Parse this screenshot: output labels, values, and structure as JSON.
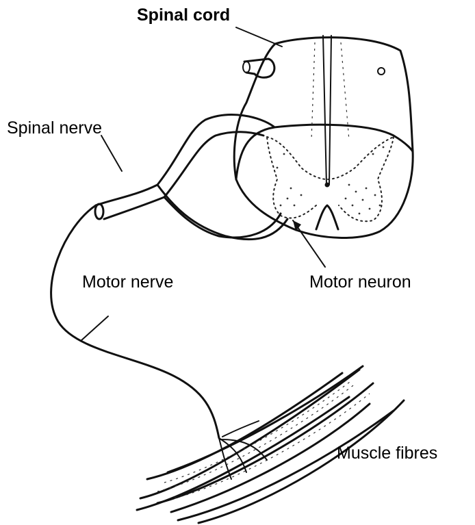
{
  "figure": {
    "labels": {
      "spinal_cord": "Spinal cord",
      "spinal_nerve": "Spinal nerve",
      "motor_nerve": "Motor nerve",
      "motor_neuron": "Motor neuron",
      "muscle_fibres": "Muscle fibres"
    },
    "colors": {
      "background": "#ffffff",
      "ink": "#111111"
    }
  }
}
